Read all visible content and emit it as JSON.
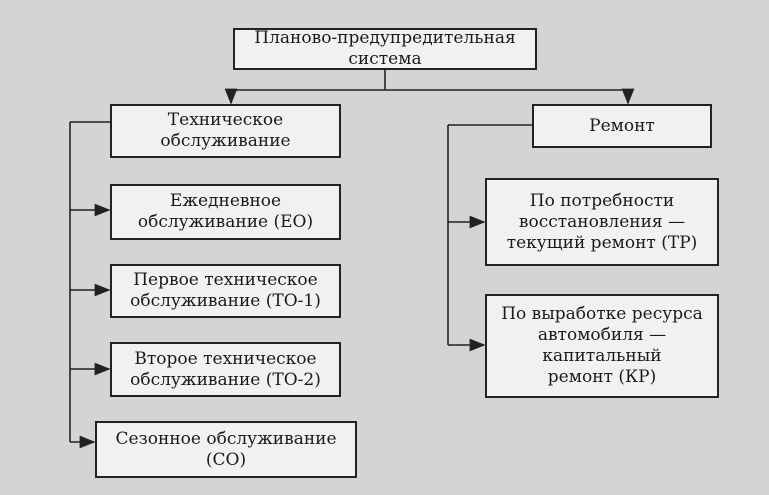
{
  "root": "Планово-предупредительная система",
  "maintenance": {
    "title": "Техническое\nобслуживание",
    "items": [
      "Ежедневное\nобслуживание (ЕО)",
      "Первое техническое\nобслуживание (ТО-1)",
      "Второе техническое\nобслуживание (ТО-2)",
      "Сезонное обслуживание\n(СО)"
    ]
  },
  "repair": {
    "title": "Ремонт",
    "items": [
      "По потребности\nвосстановления —\nтекущий ремонт (ТР)",
      "По выработке ресурса\nавтомобиля —\nкапитальный\nремонт (КР)"
    ]
  }
}
